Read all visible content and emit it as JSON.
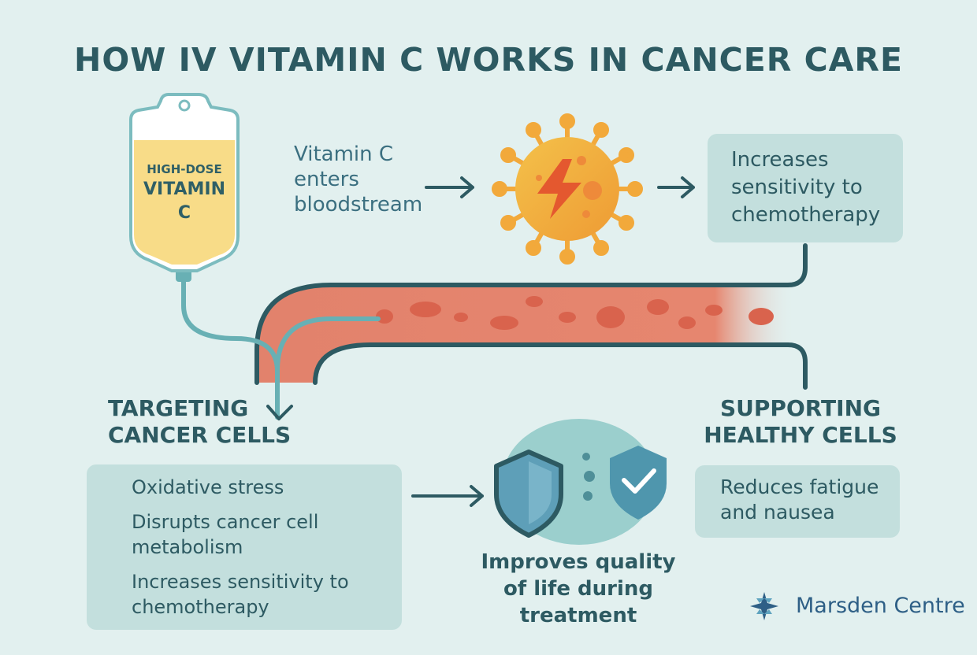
{
  "title": "HOW IV VITAMIN C WORKS IN CANCER CARE",
  "iv_bag": {
    "line1": "HIGH-DOSE",
    "line2": "VITAMIN",
    "line3": "C"
  },
  "enters_text": "Vitamin C enters bloodstream",
  "sensitivity_box": "Increases sensitivity to chemotherapy",
  "targeting": {
    "heading": "TARGETING CANCER CELLS",
    "items": [
      {
        "icon": "lightning-icon",
        "text": "Oxidative stress"
      },
      {
        "icon": "disrupted-cell-icon",
        "text": "Disrupts cancer cell metabolism"
      },
      {
        "icon": "arrow-right-icon",
        "text": "Increases sensitivity to chemotherapy"
      }
    ]
  },
  "supporting": {
    "heading": "SUPPORTING HEALTHY CELLS",
    "box_text": "Reduces fatigue and nausea"
  },
  "outcome": "Improves quality of life during treatment",
  "brand": "Marsden Centre",
  "colors": {
    "background": "#e2f0ef",
    "heading": "#2d5a62",
    "box": "#c3dfdd",
    "vessel": "#e4806a",
    "cancer_cell": "#f2a93b",
    "brand": "#2e5f86"
  }
}
